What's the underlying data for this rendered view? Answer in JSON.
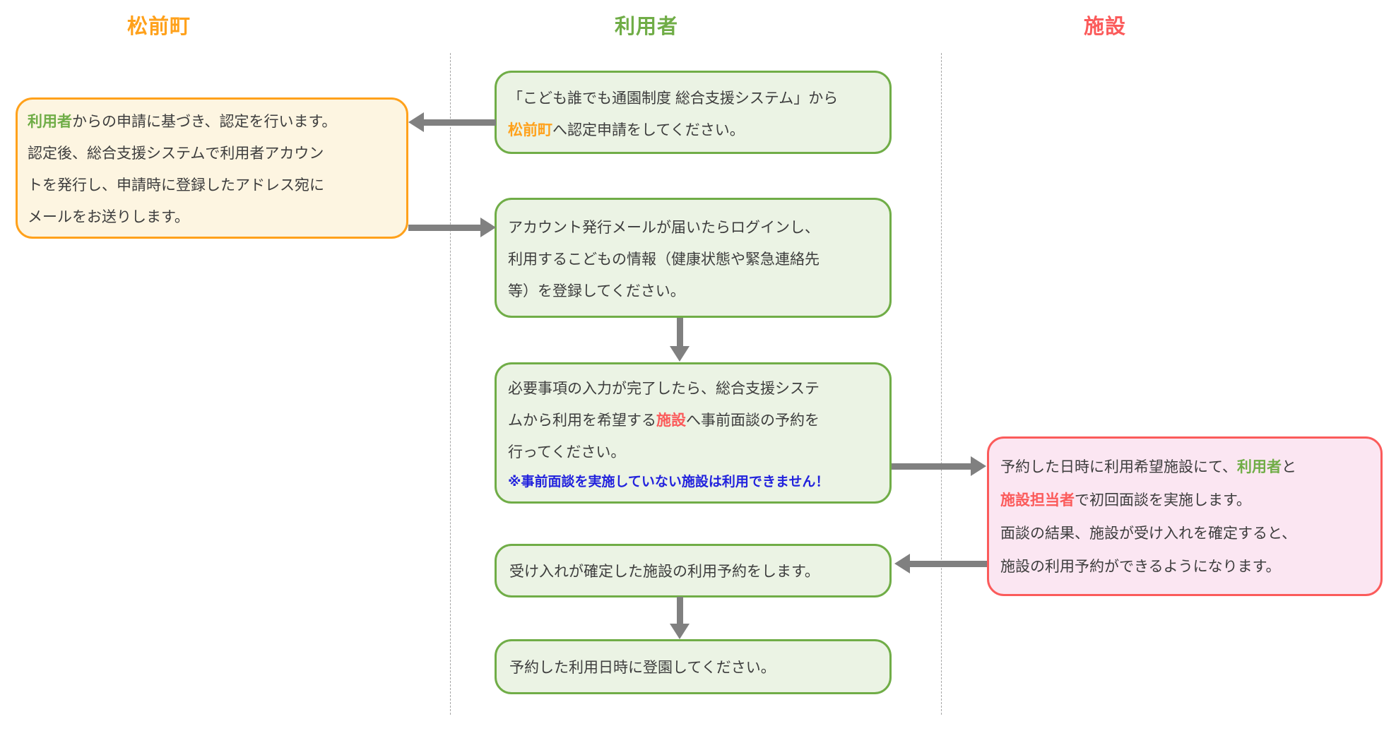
{
  "colors": {
    "matsumae_accent": "#FFA11B",
    "user_accent": "#70AD47",
    "facility_accent": "#FB5B5B",
    "note_blue": "#2222DD",
    "arrow_gray": "#808080",
    "green_box_fill": "#EBF3E4",
    "orange_box_fill": "#FDF5E1",
    "pink_box_fill": "#FBE6F2"
  },
  "headers": [
    {
      "label": "松前町"
    },
    {
      "label": "利用者"
    },
    {
      "label": "施設"
    }
  ],
  "boxes": {
    "matsumae": {
      "lines": [
        [
          {
            "t": "利用者",
            "c": "green"
          },
          {
            "t": "からの申請に基づき、認定を行います。"
          }
        ],
        [
          {
            "t": "認定後、総合支援システムで利用者アカウン"
          }
        ],
        [
          {
            "t": "トを発行し、申請時に登録したアドレス宛に"
          }
        ],
        [
          {
            "t": "メールをお送りします。"
          }
        ]
      ]
    },
    "step1": {
      "lines": [
        [
          {
            "t": "「こども誰でも通園制度 総合支援システム」から"
          }
        ],
        [
          {
            "t": "松前町",
            "c": "orange"
          },
          {
            "t": "へ認定申請をしてください。"
          }
        ]
      ]
    },
    "step2": {
      "lines": [
        [
          {
            "t": "アカウント発行メールが届いたらログインし、"
          }
        ],
        [
          {
            "t": "利用するこどもの情報（健康状態や緊急連絡先"
          }
        ],
        [
          {
            "t": "等）を登録してください。"
          }
        ]
      ]
    },
    "step3": {
      "lines": [
        [
          {
            "t": "必要事項の入力が完了したら、総合支援システ"
          }
        ],
        [
          {
            "t": "ムから利用を希望する"
          },
          {
            "t": "施設",
            "c": "red"
          },
          {
            "t": "へ事前面談の予約を"
          }
        ],
        [
          {
            "t": "行ってください。"
          }
        ],
        [
          {
            "t": "※事前面談を実施していない施設は利用できません！",
            "c": "blue"
          }
        ]
      ]
    },
    "step4": {
      "lines": [
        [
          {
            "t": "受け入れが確定した施設の利用予約をします。"
          }
        ]
      ]
    },
    "step5": {
      "lines": [
        [
          {
            "t": "予約した利用日時に登園してください。"
          }
        ]
      ]
    },
    "facility": {
      "lines": [
        [
          {
            "t": "予約した日時に利用希望施設にて、"
          },
          {
            "t": "利用者",
            "c": "green"
          },
          {
            "t": "と"
          }
        ],
        [
          {
            "t": "施設担当者",
            "c": "red"
          },
          {
            "t": "で初回面談を実施します。"
          }
        ],
        [
          {
            "t": "面談の結果、施設が受け入れを確定すると、"
          }
        ],
        [
          {
            "t": "施設の利用予約ができるようになります。"
          }
        ]
      ]
    }
  }
}
